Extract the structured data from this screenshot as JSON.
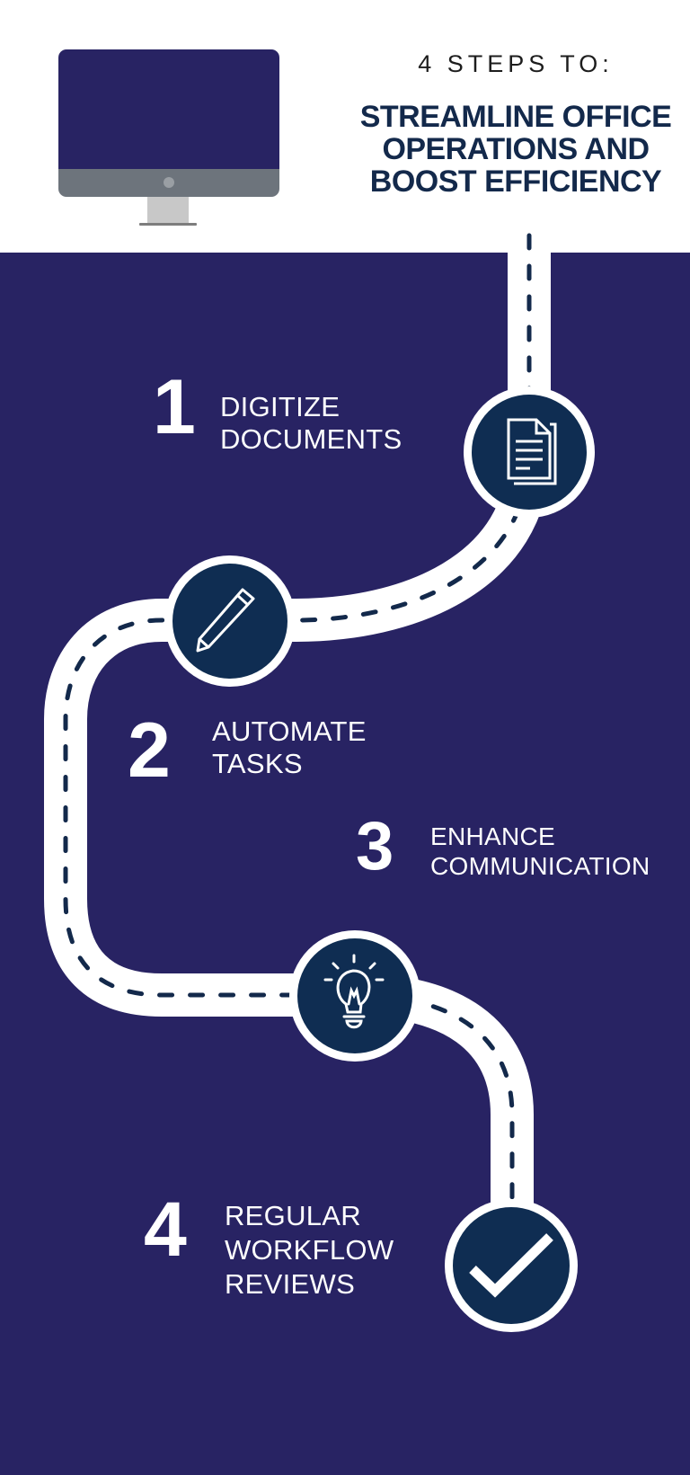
{
  "header": {
    "subtitle": "4 STEPS TO:",
    "title_lines": [
      "STREAMLINE OFFICE",
      "OPERATIONS AND",
      "BOOST EFFICIENCY"
    ],
    "illustration": "desktop-monitor-icon"
  },
  "colors": {
    "background": "#282363",
    "header_background": "#ffffff",
    "title_text": "#13294b",
    "circle_fill": "#0f2d52",
    "road": "#ffffff",
    "road_dash": "#13294b",
    "monitor_screen": "#282363",
    "monitor_chin": "#6d747c",
    "monitor_stand": "#c8c8c8"
  },
  "steps": [
    {
      "number": "1",
      "lines": [
        "DIGITIZE",
        "DOCUMENTS"
      ],
      "icon": "documents-icon"
    },
    {
      "number": "2",
      "lines": [
        "AUTOMATE",
        "TASKS"
      ],
      "icon": "pencil-icon"
    },
    {
      "number": "3",
      "lines": [
        "ENHANCE",
        "COMMUNICATION"
      ],
      "icon": "lightbulb-icon"
    },
    {
      "number": "4",
      "lines": [
        "REGULAR",
        "WORKFLOW",
        "REVIEWS"
      ],
      "icon": "checkmark-icon"
    }
  ]
}
